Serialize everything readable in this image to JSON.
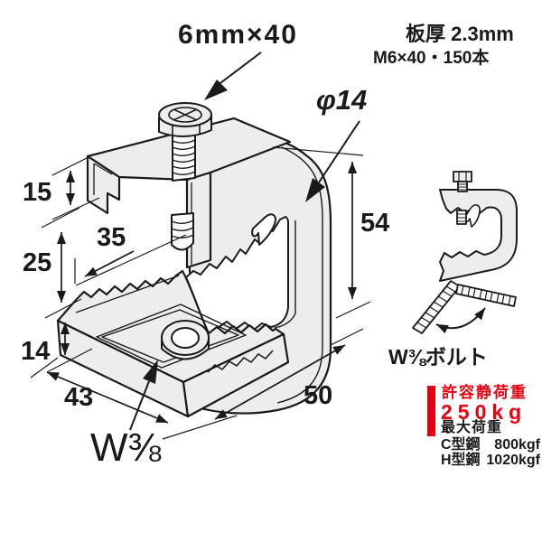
{
  "colors": {
    "line": "#1a1a1a",
    "metal_fill": "#ededed",
    "accent_red": "#e60012",
    "background": "#ffffff"
  },
  "callouts": {
    "bolt_spec": "6mm×40",
    "hole_diameter": "φ14",
    "thread_size": "W⅜"
  },
  "specs": {
    "plate_thickness": "板厚 2.3mm",
    "package_contents": "M6×40・150本"
  },
  "dimensions": {
    "top_lip": "15",
    "throat_depth": "35",
    "jaw_opening": "25",
    "bottom_lip": "14",
    "base_width": "43",
    "base_length": "50",
    "body_height": "54"
  },
  "side_view": {
    "swivel_bolt_label": "W⅜ボルト"
  },
  "load_rating": {
    "allowable_static_title": "許容静荷重",
    "allowable_static_value": "250kg",
    "max_load_title": "最大荷重",
    "rows": [
      {
        "label": "C型鋼",
        "value": "800kgf"
      },
      {
        "label": "H型鋼",
        "value": "1020kgf"
      }
    ]
  }
}
